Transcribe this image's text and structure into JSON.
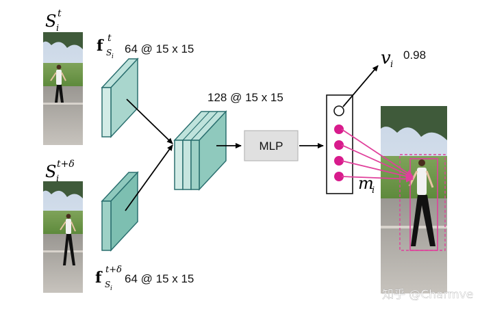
{
  "frame_top": {
    "label_base": "S",
    "label_sub": "i",
    "label_sup": "t"
  },
  "frame_bottom": {
    "label_base": "S",
    "label_sub": "i",
    "label_sup": "t+δ"
  },
  "feature_top": {
    "symbol": "f",
    "sub_base": "S",
    "sub_sub": "i",
    "sup": "t",
    "dims": "64 @ 15 x 15"
  },
  "feature_bottom": {
    "symbol": "f",
    "sub_base": "S",
    "sub_sub": "i",
    "sup": "t+δ",
    "dims": "64 @ 15 x 15"
  },
  "concat": {
    "dims": "128 @ 15 x 15"
  },
  "mlp": {
    "label": "MLP"
  },
  "visibility": {
    "symbol": "v",
    "sub": "i",
    "value": "0.98"
  },
  "mask": {
    "symbol": "m",
    "sub": "i"
  },
  "watermark": {
    "text": "知乎 @Charmve"
  },
  "colors": {
    "feature_fill": "#d2ebe6",
    "feature_stroke": "#2a6f6f",
    "mlp_fill": "#e0e0e0",
    "keypoint": "#d81b8c",
    "arrow": "#000000"
  }
}
